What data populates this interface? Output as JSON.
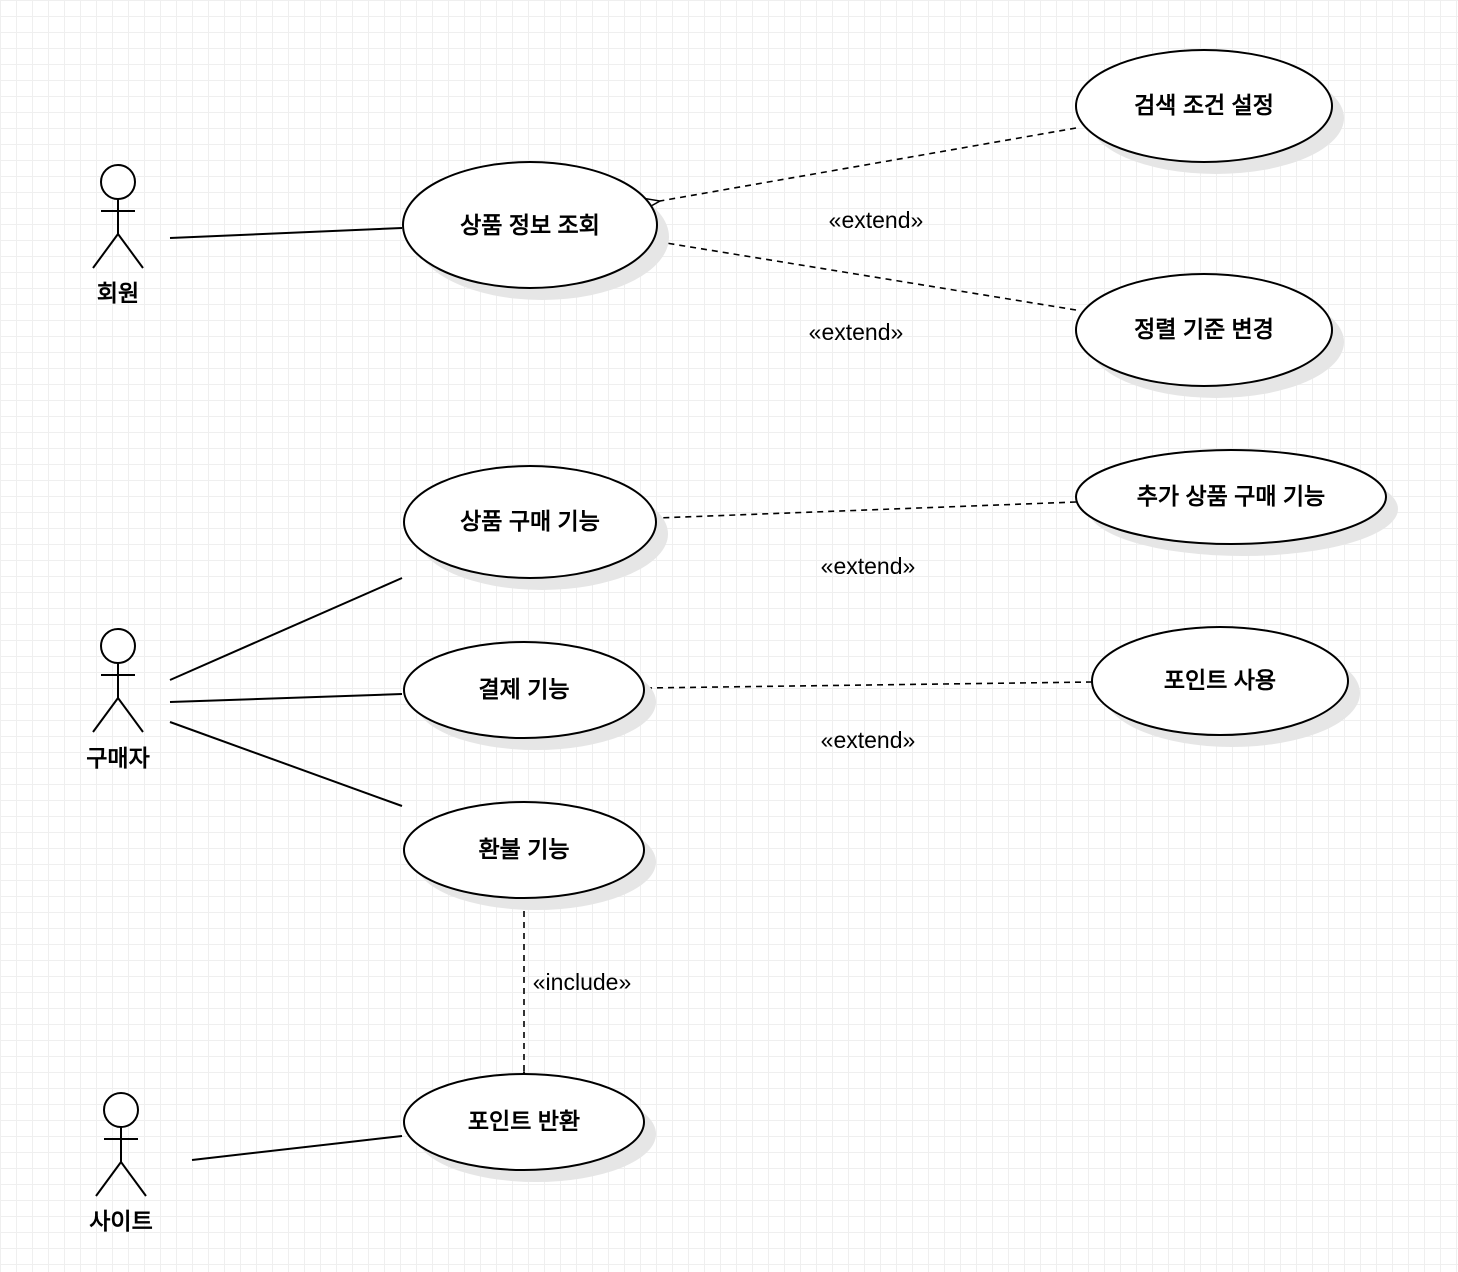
{
  "actors": {
    "member": "회원",
    "buyer": "구매자",
    "site": "사이트"
  },
  "usecases": {
    "view_product_info": "상품 정보 조회",
    "set_search_criteria": "검색 조건 설정",
    "change_sort_criteria": "정렬 기준 변경",
    "purchase_product": "상품 구매 기능",
    "purchase_additional_product": "추가 상품 구매 기능",
    "payment": "결제 기능",
    "use_points": "포인트 사용",
    "refund": "환불 기능",
    "return_points": "포인트 반환"
  },
  "relations": {
    "extend_label": "«extend»",
    "include_label": "«include»"
  },
  "colors": {
    "stroke": "#000000",
    "fill": "#ffffff",
    "shadow": "#e6e6e6",
    "grid": "#efefef"
  }
}
